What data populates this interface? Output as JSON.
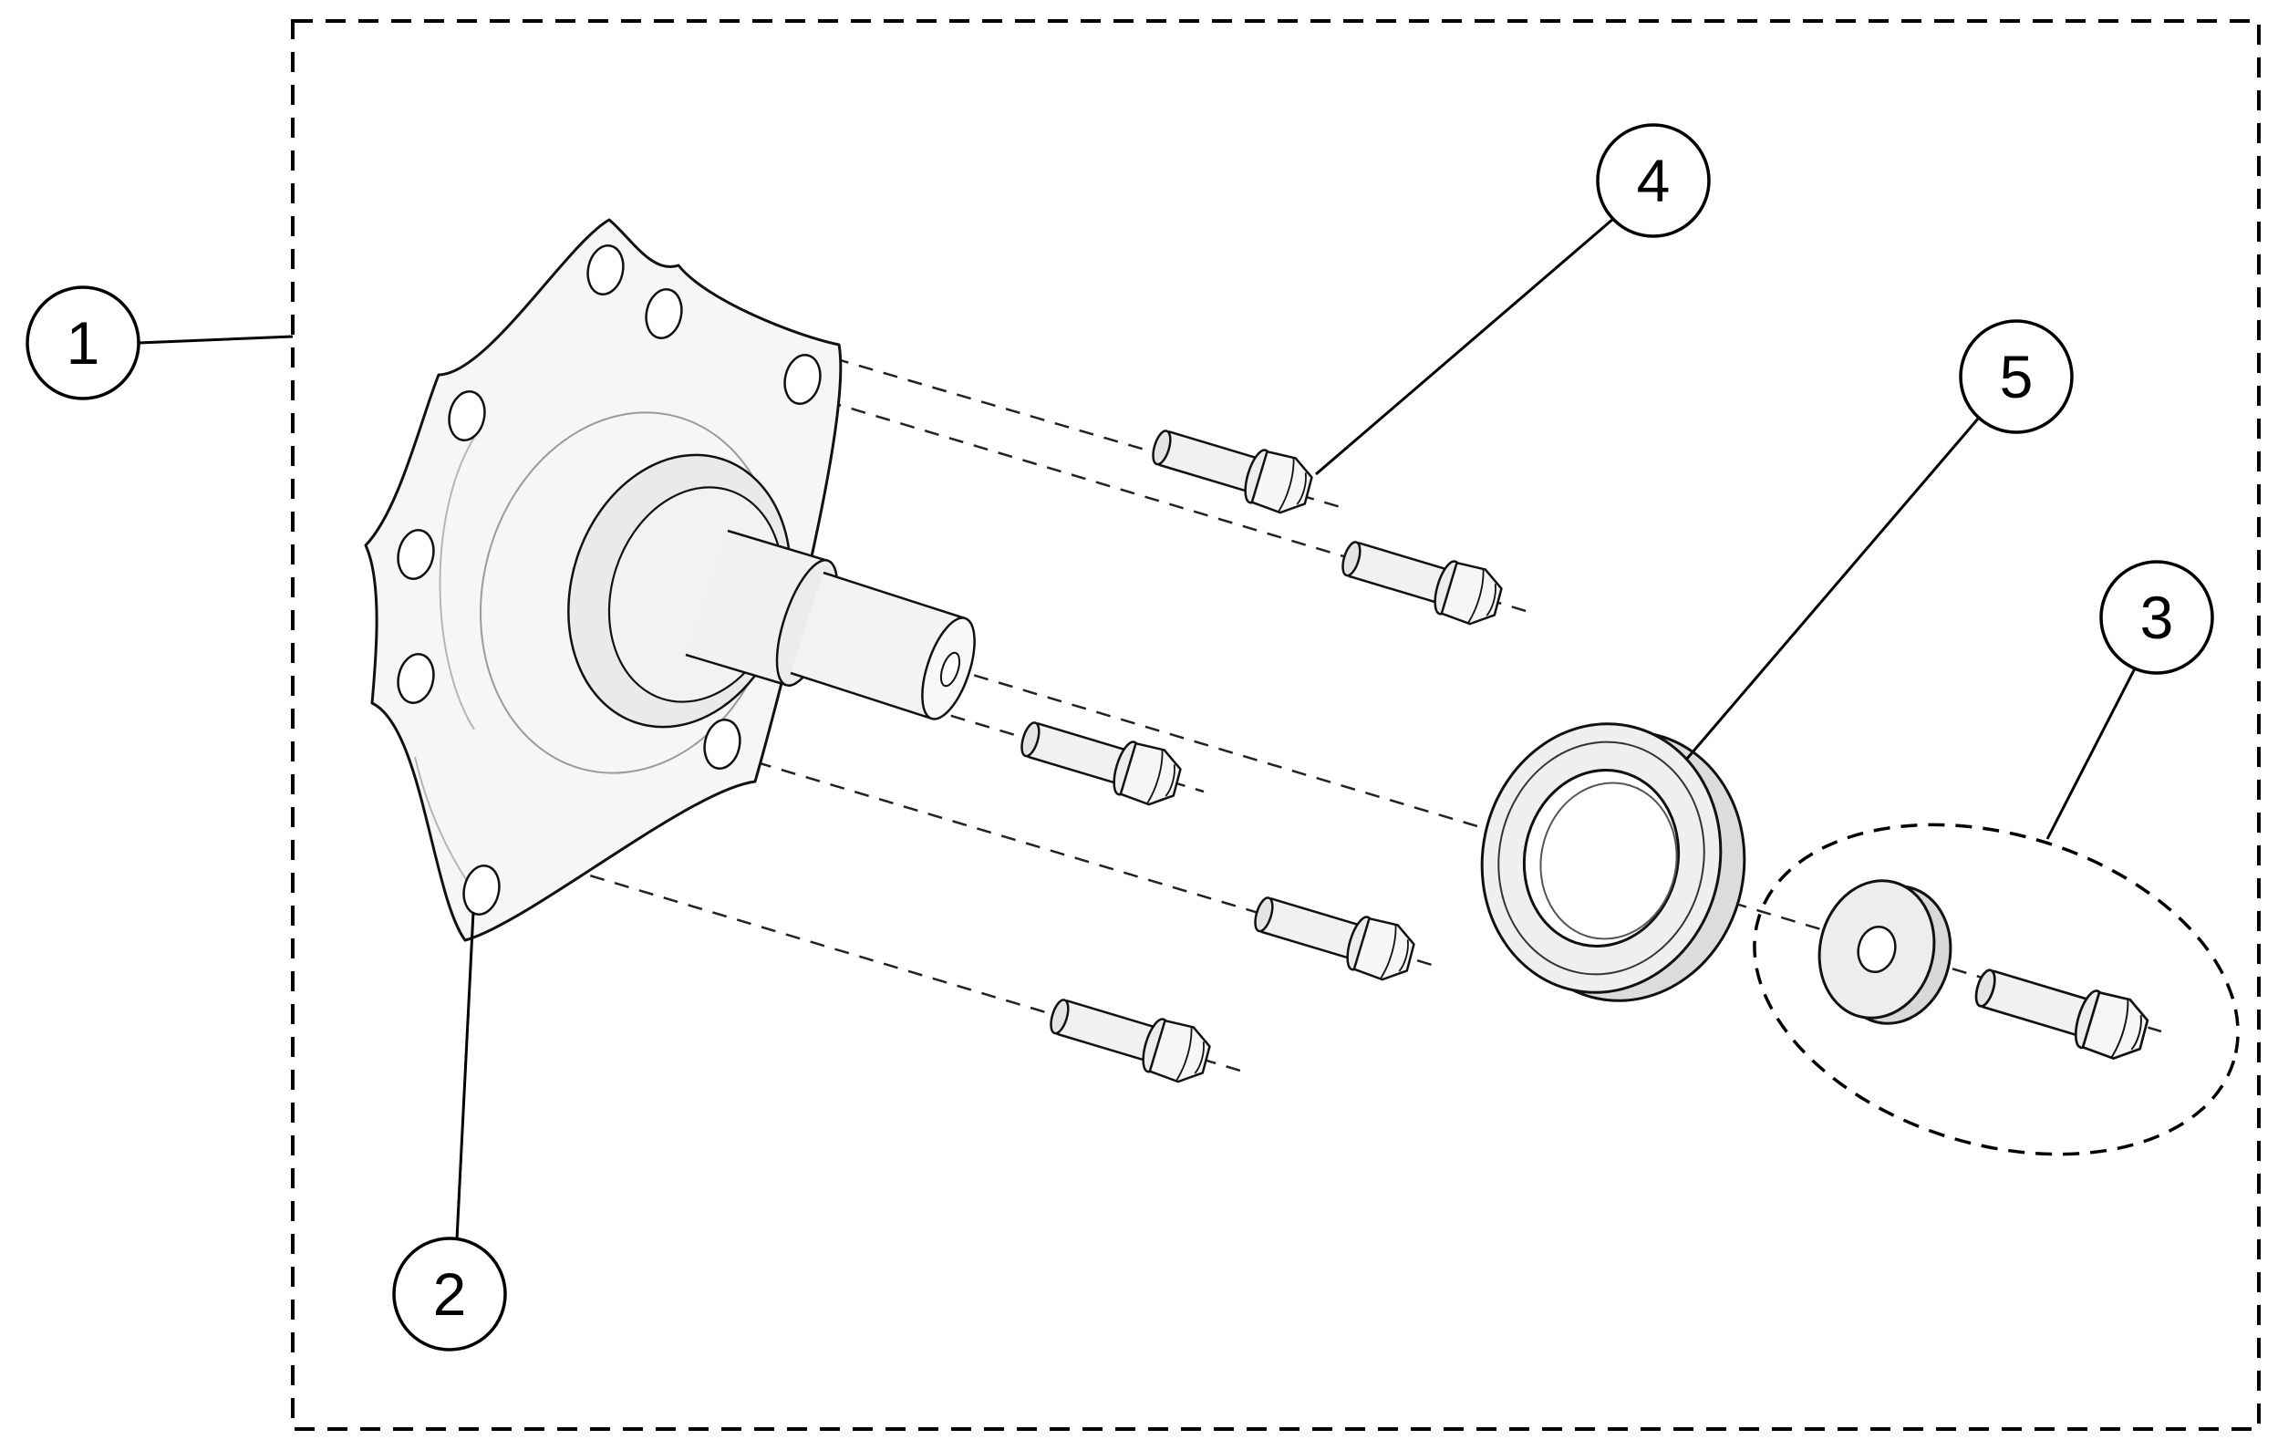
{
  "diagram": {
    "kind": "exploded-parts-diagram",
    "subject": "wheel-hub-assembly",
    "callouts": [
      {
        "label": "1"
      },
      {
        "label": "2"
      },
      {
        "label": "3"
      },
      {
        "label": "4"
      },
      {
        "label": "5"
      }
    ],
    "colors": {
      "line": "#000000",
      "background": "#ffffff",
      "part_fill_light": "#f4f4f4",
      "part_fill_mid": "#e4e4e4",
      "part_fill_dark": "#d8d8d8"
    }
  }
}
